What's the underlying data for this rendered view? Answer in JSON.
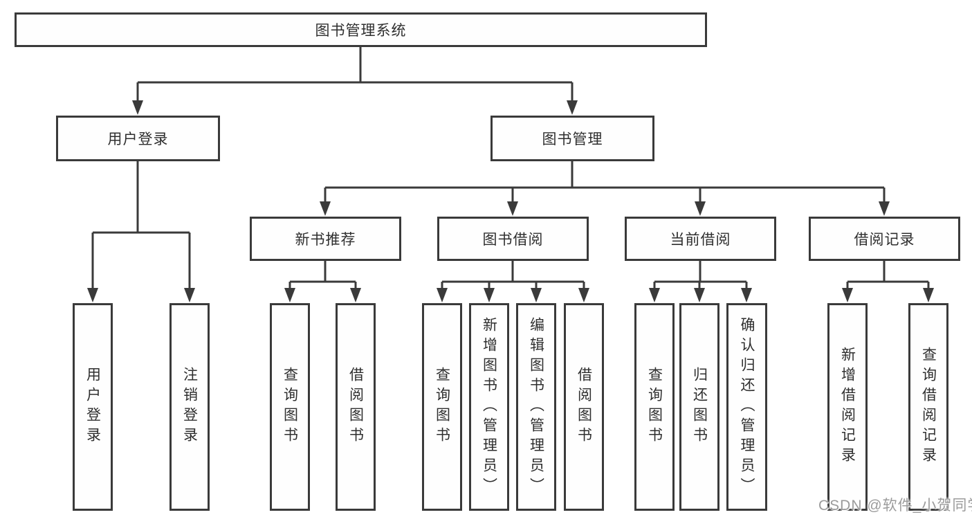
{
  "diagram": {
    "root": {
      "label": "图书管理系统"
    },
    "branches": [
      {
        "label": "用户登录",
        "children": [
          {
            "label": "用户登录"
          },
          {
            "label": "注销登录"
          }
        ]
      },
      {
        "label": "图书管理",
        "children": [
          {
            "label": "新书推荐",
            "children": [
              {
                "label": "查询图书"
              },
              {
                "label": "借阅图书"
              }
            ]
          },
          {
            "label": "图书借阅",
            "children": [
              {
                "label": "查询图书"
              },
              {
                "label": "新增图书（管理员）"
              },
              {
                "label": "编辑图书（管理员）"
              },
              {
                "label": "借阅图书"
              }
            ]
          },
          {
            "label": "当前借阅",
            "children": [
              {
                "label": "查询图书"
              },
              {
                "label": "归还图书"
              },
              {
                "label": "确认归还（管理员）"
              }
            ]
          },
          {
            "label": "借阅记录",
            "children": [
              {
                "label": "新增借阅记录"
              },
              {
                "label": "查询借阅记录"
              }
            ]
          }
        ]
      }
    ]
  },
  "colors": {
    "background": "#ffffff",
    "line": "#3a3a3a",
    "box_border": "#3a3a3a",
    "text": "#2e2e2e",
    "watermark": "#9b9b9b"
  },
  "watermark": {
    "text": "CSDN @软件_小贺同学"
  }
}
